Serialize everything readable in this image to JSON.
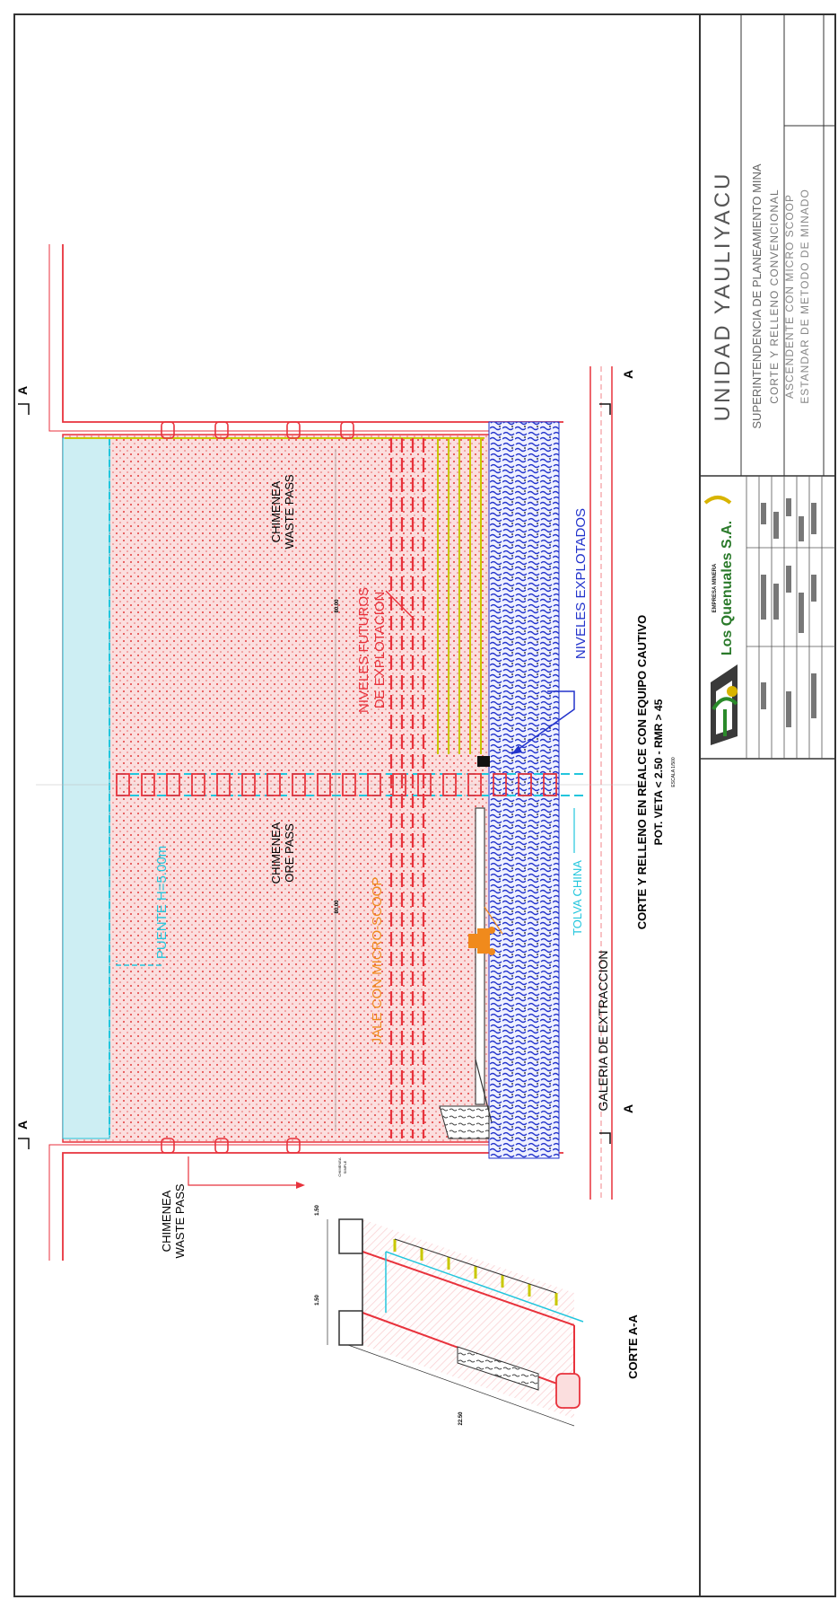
{
  "title_block": {
    "unit": "UNIDAD YAULIYACU",
    "department": "SUPERINTENDENCIA DE PLANEAMIENTO MINA",
    "drawing_title_1": "CORTE Y RELLENO CONVENCIONAL",
    "drawing_title_2": "ASCENDENTE CON MICRO SCOOP",
    "drawing_title_3": "ESTANDAR DE METODO DE MINADO",
    "company_prefix": "EMPRESA MINERA",
    "company_name": "Los Quenuales S.A."
  },
  "main_section": {
    "title": "CORTE Y RELLENO EN REALCE CON EQUIPO CAUTIVO",
    "subtitle": "POT. VETA < 2.50 -  RMR > 45",
    "scale": "ESCALA 1/500",
    "section_marker": "A",
    "labels": {
      "chimenea_waste_left_1": "CHIMENEA",
      "chimenea_waste_left_2": "WASTE PASS",
      "chimenea_ore_1": "CHIMENEA",
      "chimenea_ore_2": "ORE PASS",
      "chimenea_waste_right_1": "CHIMENEA",
      "chimenea_waste_right_2": "WASTE PASS",
      "puente": "PUENTE  H=5.00m",
      "jale": "JALE  CON  MICRO-SCOOP",
      "niveles_futuros_1": "NIVELES  FUTUROS",
      "niveles_futuros_2": "DE  EXPLOTACION",
      "niveles_explotados": "NIVELES  EXPLOTADOS",
      "tolva": "TOLVA  CHINA",
      "galeria": "GALERIA  DE  EXTRACCION",
      "dim_left": "80.00",
      "dim_right": "80.00"
    }
  },
  "corte_aa": {
    "title": "CORTE A-A",
    "dim_top_left": "1.50",
    "dim_top_right": "1.50",
    "dim_length": "22.50",
    "label_chimenea": "CHIMENEA",
    "label_chimenea_2": "SIMPLE"
  },
  "colors": {
    "frame": "#333333",
    "wall": "#e8323c",
    "fill_pink": "#f9d2d2",
    "dot_red": "#e23a3a",
    "cyan": "#22c6dd",
    "blue": "#2233cc",
    "yellow": "#c9c800",
    "orange": "#f08a1c"
  }
}
